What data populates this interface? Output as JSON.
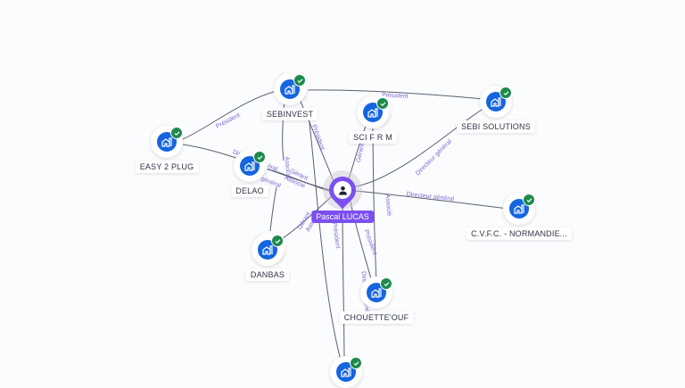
{
  "graph": {
    "center_person": {
      "name": "Pascal LUCAS",
      "icon": "person-icon"
    },
    "companies": [
      {
        "id": "sebinvest",
        "name": "SEBINVEST",
        "icon": "building-icon",
        "status": "verified"
      },
      {
        "id": "scifrm",
        "name": "SCI F R M",
        "icon": "building-icon",
        "status": "verified"
      },
      {
        "id": "sebisolutions",
        "name": "SEBI SOLUTIONS",
        "icon": "building-icon",
        "status": "verified"
      },
      {
        "id": "easy2plug",
        "name": "EASY 2 PLUG",
        "icon": "building-icon",
        "status": "verified"
      },
      {
        "id": "delao",
        "name": "DELAO",
        "icon": "building-icon",
        "status": "verified"
      },
      {
        "id": "cvfc",
        "name": "C.V.F.C. - NORMANDIE...",
        "icon": "building-icon",
        "status": "verified"
      },
      {
        "id": "danbas",
        "name": "DANBAS",
        "icon": "building-icon",
        "status": "verified"
      },
      {
        "id": "chouetteouf",
        "name": "CHOUETTE'OUF",
        "icon": "building-icon",
        "status": "verified"
      },
      {
        "id": "bottom",
        "name": "",
        "icon": "building-icon",
        "status": "verified"
      }
    ],
    "edges": [
      {
        "from": "sebinvest",
        "to": "sebisolutions",
        "label": "Président"
      },
      {
        "from": "easy2plug",
        "to": "sebinvest",
        "label": "Président"
      },
      {
        "from": "easy2plug",
        "to": "person",
        "label": "Directeur général"
      },
      {
        "from": "person",
        "to": "sebinvest",
        "label": "Président"
      },
      {
        "from": "person",
        "to": "scifrm",
        "label": "Gérant"
      },
      {
        "from": "person",
        "to": "sebisolutions",
        "label": "Directeur général"
      },
      {
        "from": "person",
        "to": "delao",
        "label": "Gérant"
      },
      {
        "from": "person",
        "to": "delao",
        "label": "Associé"
      },
      {
        "from": "person",
        "to": "cvfc",
        "label": "Directeur général"
      },
      {
        "from": "person",
        "to": "danbas",
        "label": "Gérant"
      },
      {
        "from": "person",
        "to": "danbas",
        "label": "Associé"
      },
      {
        "from": "person",
        "to": "chouetteouf",
        "label": "Président"
      },
      {
        "from": "person",
        "to": "bottom",
        "label": "Directeur général"
      },
      {
        "from": "person",
        "to": "bottom",
        "label": "Président"
      },
      {
        "from": "scifrm",
        "to": "chouetteouf",
        "label": "Associé"
      },
      {
        "from": "sebinvest",
        "to": "delao",
        "label": "Associé"
      },
      {
        "from": "delao",
        "to": "danbas",
        "label": "Directeur général"
      }
    ]
  }
}
